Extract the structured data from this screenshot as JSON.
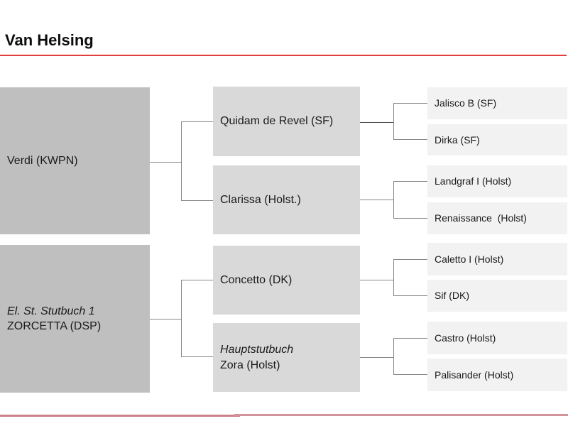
{
  "header": {
    "title": "Van Helsing"
  },
  "theme": {
    "gen1_box": "#bfbfbf",
    "gen2_box": "#d9d9d9",
    "gen3_box": "#f2f2f2",
    "text": "#1a1a1a",
    "top_rule": "#e23c3c",
    "bottom_rule": "#c98289",
    "bottom_rule_2": "#d2949a",
    "connector": "#878787",
    "connector_dark": "#4a4a4a"
  },
  "pedigree": {
    "generation1": {
      "sire": {
        "name": "Verdi (KWPN)"
      },
      "dam": {
        "prefix": "El. St. Stutbuch 1",
        "name": "ZORCETTA (DSP)"
      }
    },
    "generation2": {
      "sire_sire": {
        "name": "Quidam de Revel (SF)"
      },
      "sire_dam": {
        "name": "Clarissa (Holst.)"
      },
      "dam_sire": {
        "name": "Concetto (DK)"
      },
      "dam_dam": {
        "prefix": "Hauptstutbuch",
        "name": "Zora (Holst)"
      }
    },
    "generation3": {
      "sire_sire_sire": {
        "name": "Jalisco B (SF)"
      },
      "sire_sire_dam": {
        "name": "Dirka (SF)"
      },
      "sire_dam_sire": {
        "name": "Landgraf I (Holst)"
      },
      "sire_dam_dam": {
        "name": "Renaissance  (Holst)"
      },
      "dam_sire_sire": {
        "name": "Caletto I (Holst)"
      },
      "dam_sire_dam": {
        "name": "Sif (DK)"
      },
      "dam_dam_sire": {
        "name": "Castro (Holst)"
      },
      "dam_dam_dam": {
        "name": "Palisander (Holst)"
      }
    }
  }
}
